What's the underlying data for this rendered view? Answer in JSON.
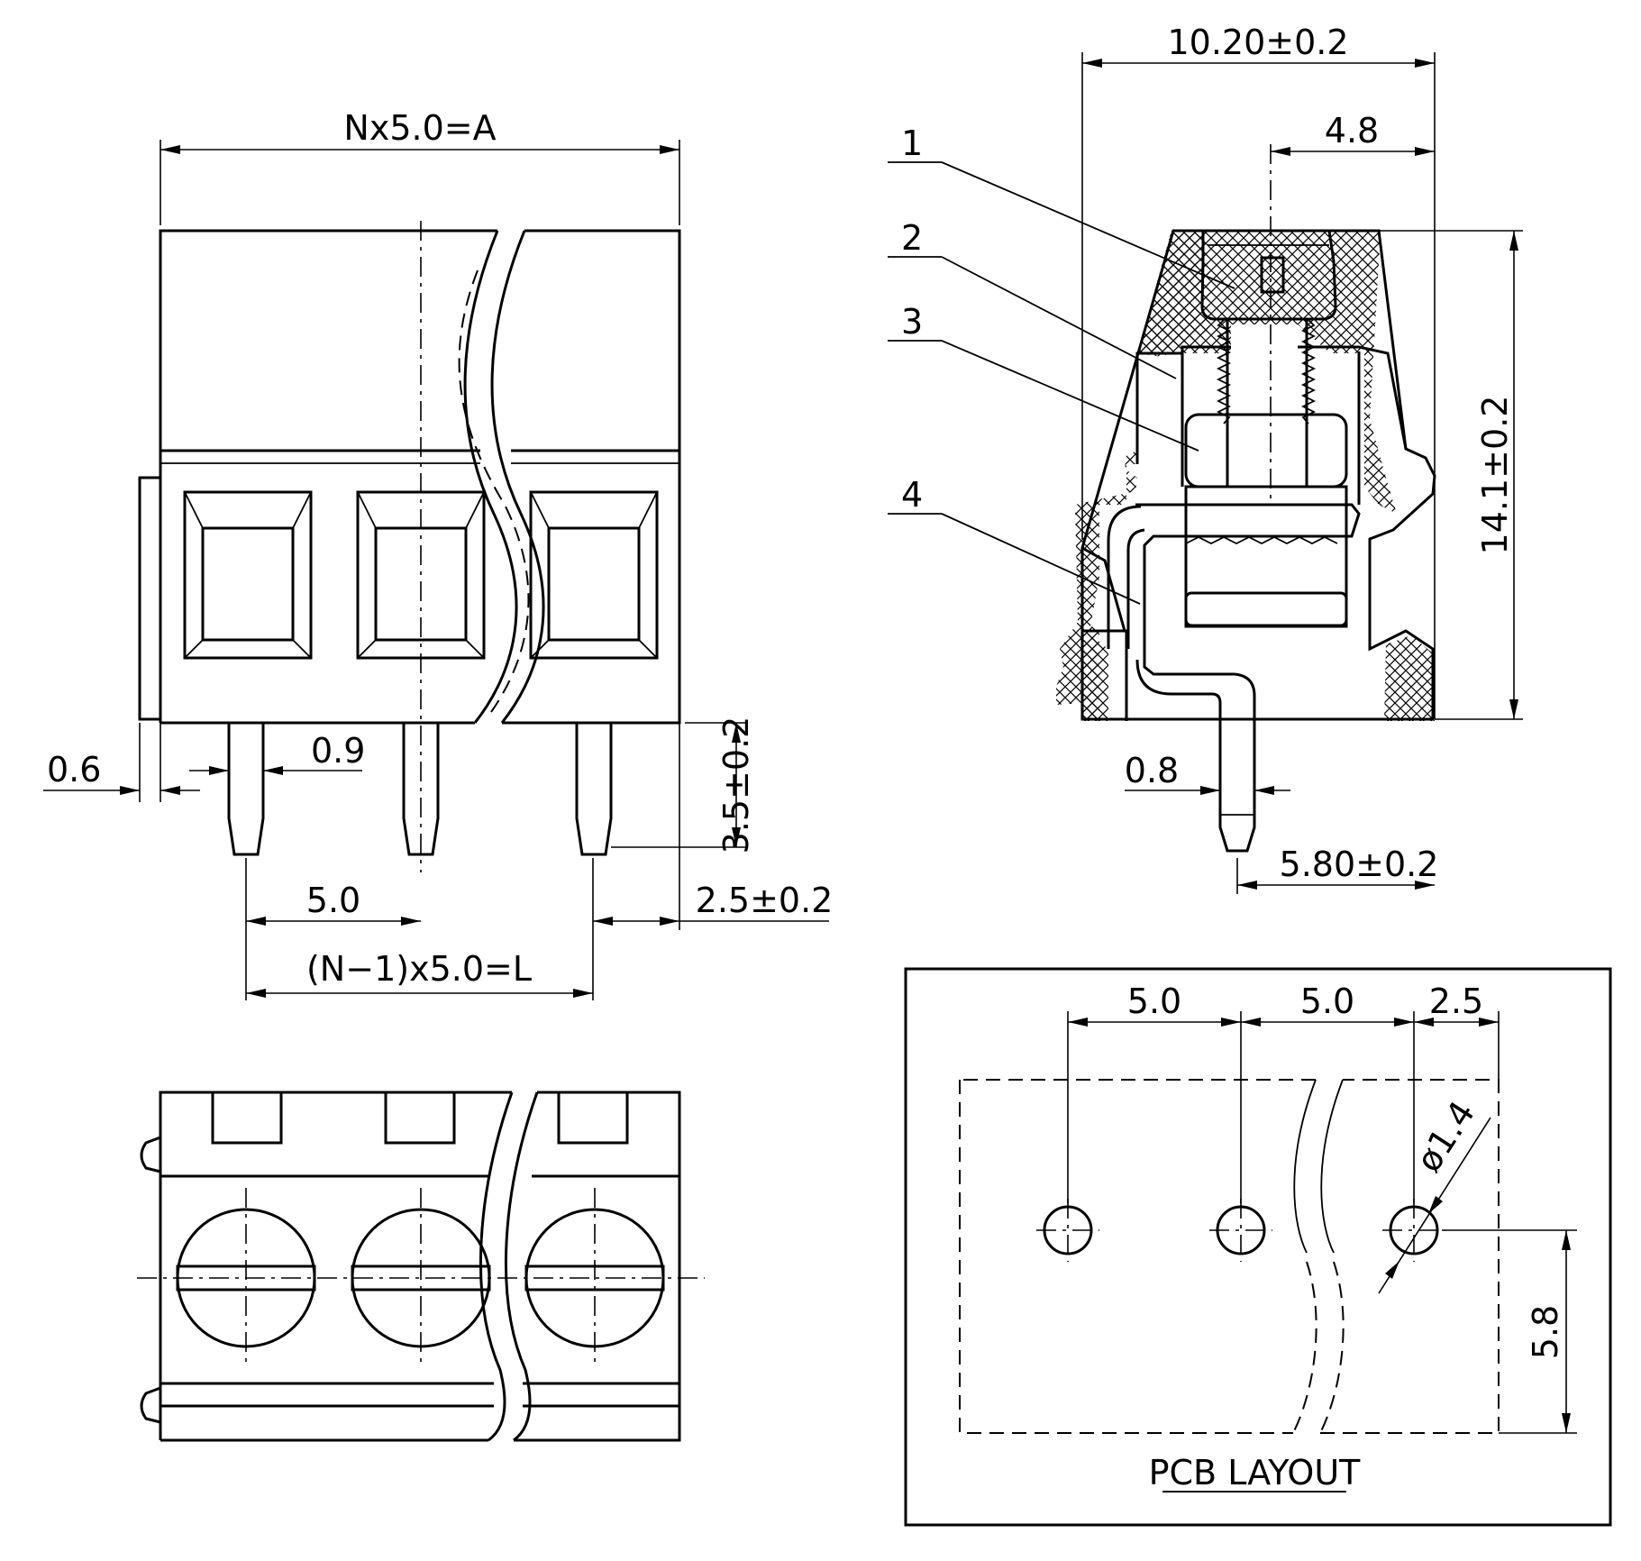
{
  "front_view": {
    "width_label": "Nx5.0=A",
    "pin_offset_label": "0.6",
    "pin_width_label": "0.9",
    "pitch_label": "5.0",
    "pin_length_label": "3.5±0.2",
    "edge_offset_label": "2.5±0.2",
    "total_pitch_label": "(N−1)x5.0=L"
  },
  "side_view": {
    "depth_label": "10.20±0.2",
    "screw_offset_label": "4.8",
    "height_label": "14.1±0.2",
    "pin_width_label": "0.8",
    "pin_offset_label": "5.80±0.2",
    "callouts": [
      "1",
      "2",
      "3",
      "4"
    ]
  },
  "pcb_layout": {
    "title": "PCB LAYOUT",
    "pitch1_label": "5.0",
    "pitch2_label": "5.0",
    "edge_label": "2.5",
    "hole_label": "ø1.4",
    "row_offset_label": "5.8"
  }
}
